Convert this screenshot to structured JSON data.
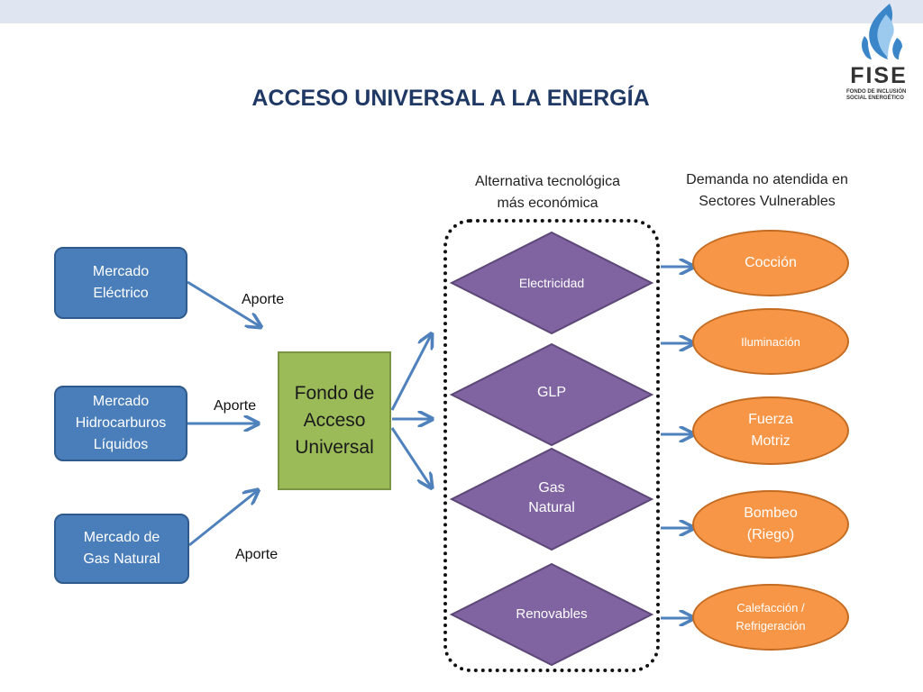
{
  "title": "ACCESO UNIVERSAL A LA ENERGÍA",
  "logo": {
    "word": "FISE",
    "subtitle_line1": "FONDO DE INCLUSIÓN",
    "subtitle_line2": "SOCIAL  ENERGÉTICO"
  },
  "headers": {
    "alternativa_line1": "Alternativa tecnológica",
    "alternativa_line2": "más económica",
    "demanda_line1": "Demanda no atendida en",
    "demanda_line2": "Sectores Vulnerables"
  },
  "markets": [
    {
      "line1": "Mercado",
      "line2": "Eléctrico",
      "line3": ""
    },
    {
      "line1": "Mercado",
      "line2": "Hidrocarburos",
      "line3": "Líquidos"
    },
    {
      "line1": "Mercado de",
      "line2": "Gas Natural",
      "line3": ""
    }
  ],
  "aporte_labels": [
    "Aporte",
    "Aporte",
    "Aporte"
  ],
  "fondo": {
    "line1": "Fondo de",
    "line2": "Acceso",
    "line3": "Universal"
  },
  "technologies": [
    {
      "line1": "Electricidad",
      "line2": ""
    },
    {
      "line1": "GLP",
      "line2": ""
    },
    {
      "line1": "Gas",
      "line2": "Natural"
    },
    {
      "line1": "Renovables",
      "line2": ""
    }
  ],
  "demands": [
    {
      "line1": "Cocción",
      "line2": ""
    },
    {
      "line1": "Iluminación",
      "line2": ""
    },
    {
      "line1": "Fuerza",
      "line2": "Motriz"
    },
    {
      "line1": "Bombeo",
      "line2": "(Riego)"
    },
    {
      "line1": "Calefacción /",
      "line2": "Refrigeración"
    }
  ],
  "colors": {
    "title": "#1f3864",
    "market_fill": "#4a7ebb",
    "fondo_fill": "#9bbb59",
    "technology_fill": "#8064a2",
    "demand_fill": "#f79646",
    "arrow": "#4f81bd"
  }
}
